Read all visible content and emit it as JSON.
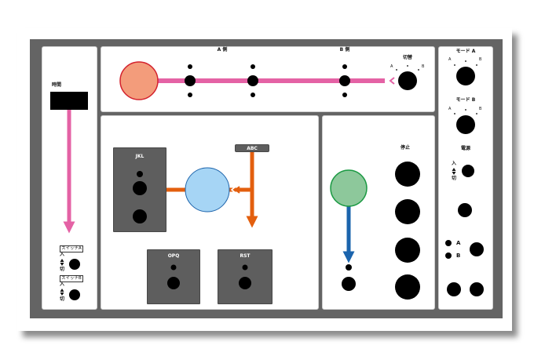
{
  "colors": {
    "frame": "#646464",
    "panel": "#ffffff",
    "pink": "#e462a5",
    "orange": "#e35f0e",
    "blue": "#1b64ad",
    "salmon": "#f39c7b",
    "salmon_border": "#d3212d",
    "light_blue": "#a6d5f5",
    "light_blue_border": "#1f65ac",
    "green": "#8dc89b",
    "green_border": "#1c9a44",
    "dark_box": "#5e5e5e"
  },
  "left_panel": {
    "timer_label": "時間",
    "switch_a_label": "スイッチA",
    "switch_b_label": "スイッチB",
    "on_text": "入",
    "off_text": "切"
  },
  "top_panel": {
    "side_a_label": "A 側",
    "side_b_label": "B 側",
    "toggle_label": "切替",
    "mark_a": "A",
    "mark_b": "B"
  },
  "middle_panel": {
    "box_jkl": "JKL",
    "box_abc": "ABC",
    "box_opq": "OPQ",
    "box_rst": "RST"
  },
  "stop_panel": {
    "stop_label": "停止"
  },
  "right_panel": {
    "mode_a_label": "モード A",
    "mode_b_label": "モード B",
    "mark_a": "A",
    "mark_b": "B",
    "power_label": "電源",
    "on_text": "入",
    "off_text": "切",
    "input_a_label": "A",
    "input_b_label": "B"
  }
}
